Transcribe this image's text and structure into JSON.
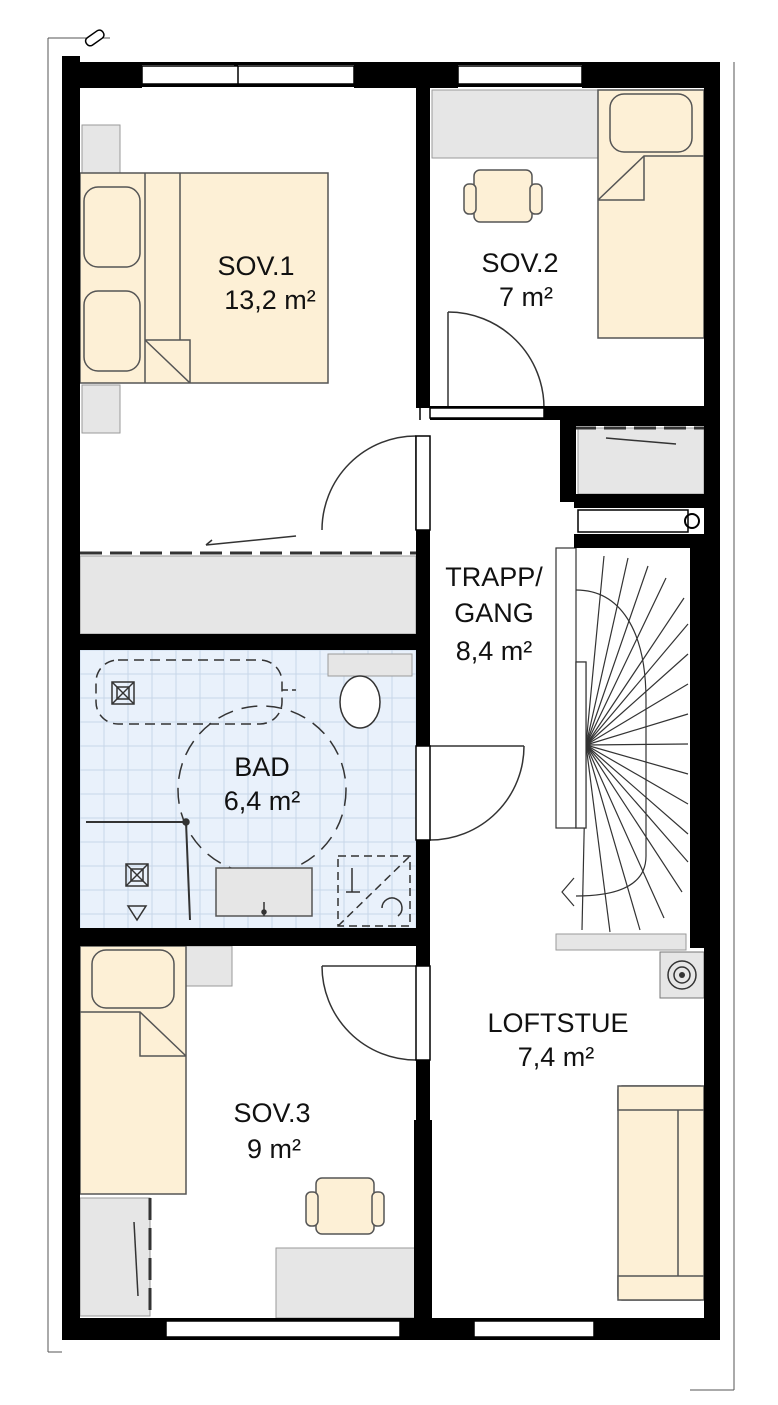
{
  "rooms": [
    {
      "id": "sov1",
      "name": "SOV.1",
      "area": "13,2 m²"
    },
    {
      "id": "sov2",
      "name": "SOV.2",
      "area": "7 m²"
    },
    {
      "id": "trapp",
      "name_line1": "TRAPP/",
      "name_line2": "GANG",
      "area": "8,4 m²"
    },
    {
      "id": "bad",
      "name": "BAD",
      "area": "6,4 m²"
    },
    {
      "id": "loftstue",
      "name": "LOFTSTUE",
      "area": "7,4 m²"
    },
    {
      "id": "sov3",
      "name": "SOV.3",
      "area": "9 m²"
    }
  ],
  "colors": {
    "wall": "#000000",
    "furniture": "#fdf0d6",
    "furniture_stroke": "#555555",
    "storage": "#e6e6e6",
    "tile": "#e9f1fb",
    "tile_grid": "#c8d6e8"
  }
}
